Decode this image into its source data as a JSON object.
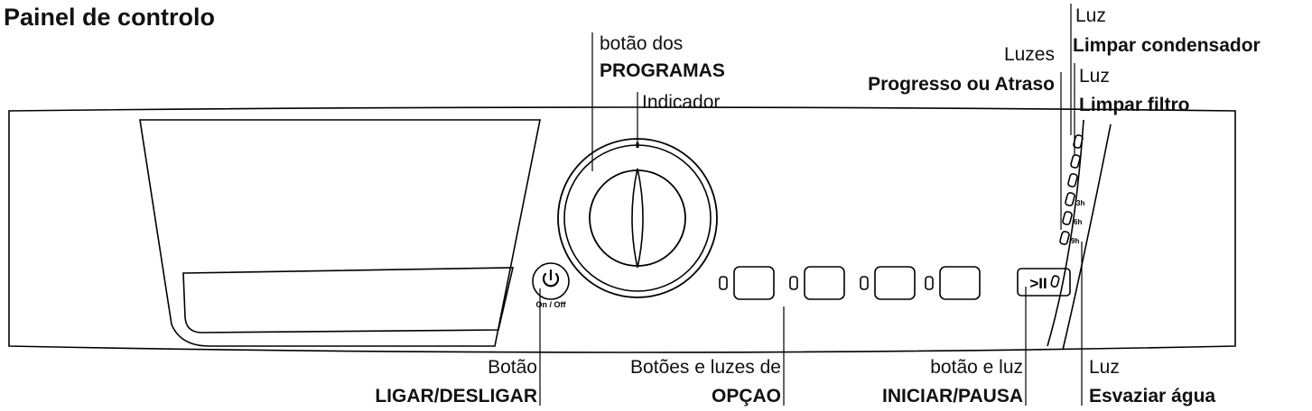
{
  "title": "Painel de controlo",
  "labels": {
    "programs_line1": "botão dos",
    "programs_line2": "PROGRAMAS",
    "indicator": "Indicador",
    "progress_line1": "Luzes",
    "progress_line2": "Progresso ou Atraso",
    "condenser_line1": "Luz",
    "condenser_line2": "Limpar condensador",
    "filter_line1": "Luz",
    "filter_line2": "Limpar filtro",
    "power_line1": "Botão",
    "power_line2": "LIGAR/DESLIGAR",
    "options_line1": "Botões e luzes de",
    "options_line2": "OPÇAO",
    "start_line1": "botão e luz",
    "start_line2": "INICIAR/PAUSA",
    "drain_line1": "Luz",
    "drain_line2": "Esvaziar água"
  },
  "panel": {
    "power_button_text": "On / Off",
    "start_button_text": ">II",
    "delay_3h": "3h",
    "delay_6h": "6h",
    "delay_9h": "9h"
  }
}
